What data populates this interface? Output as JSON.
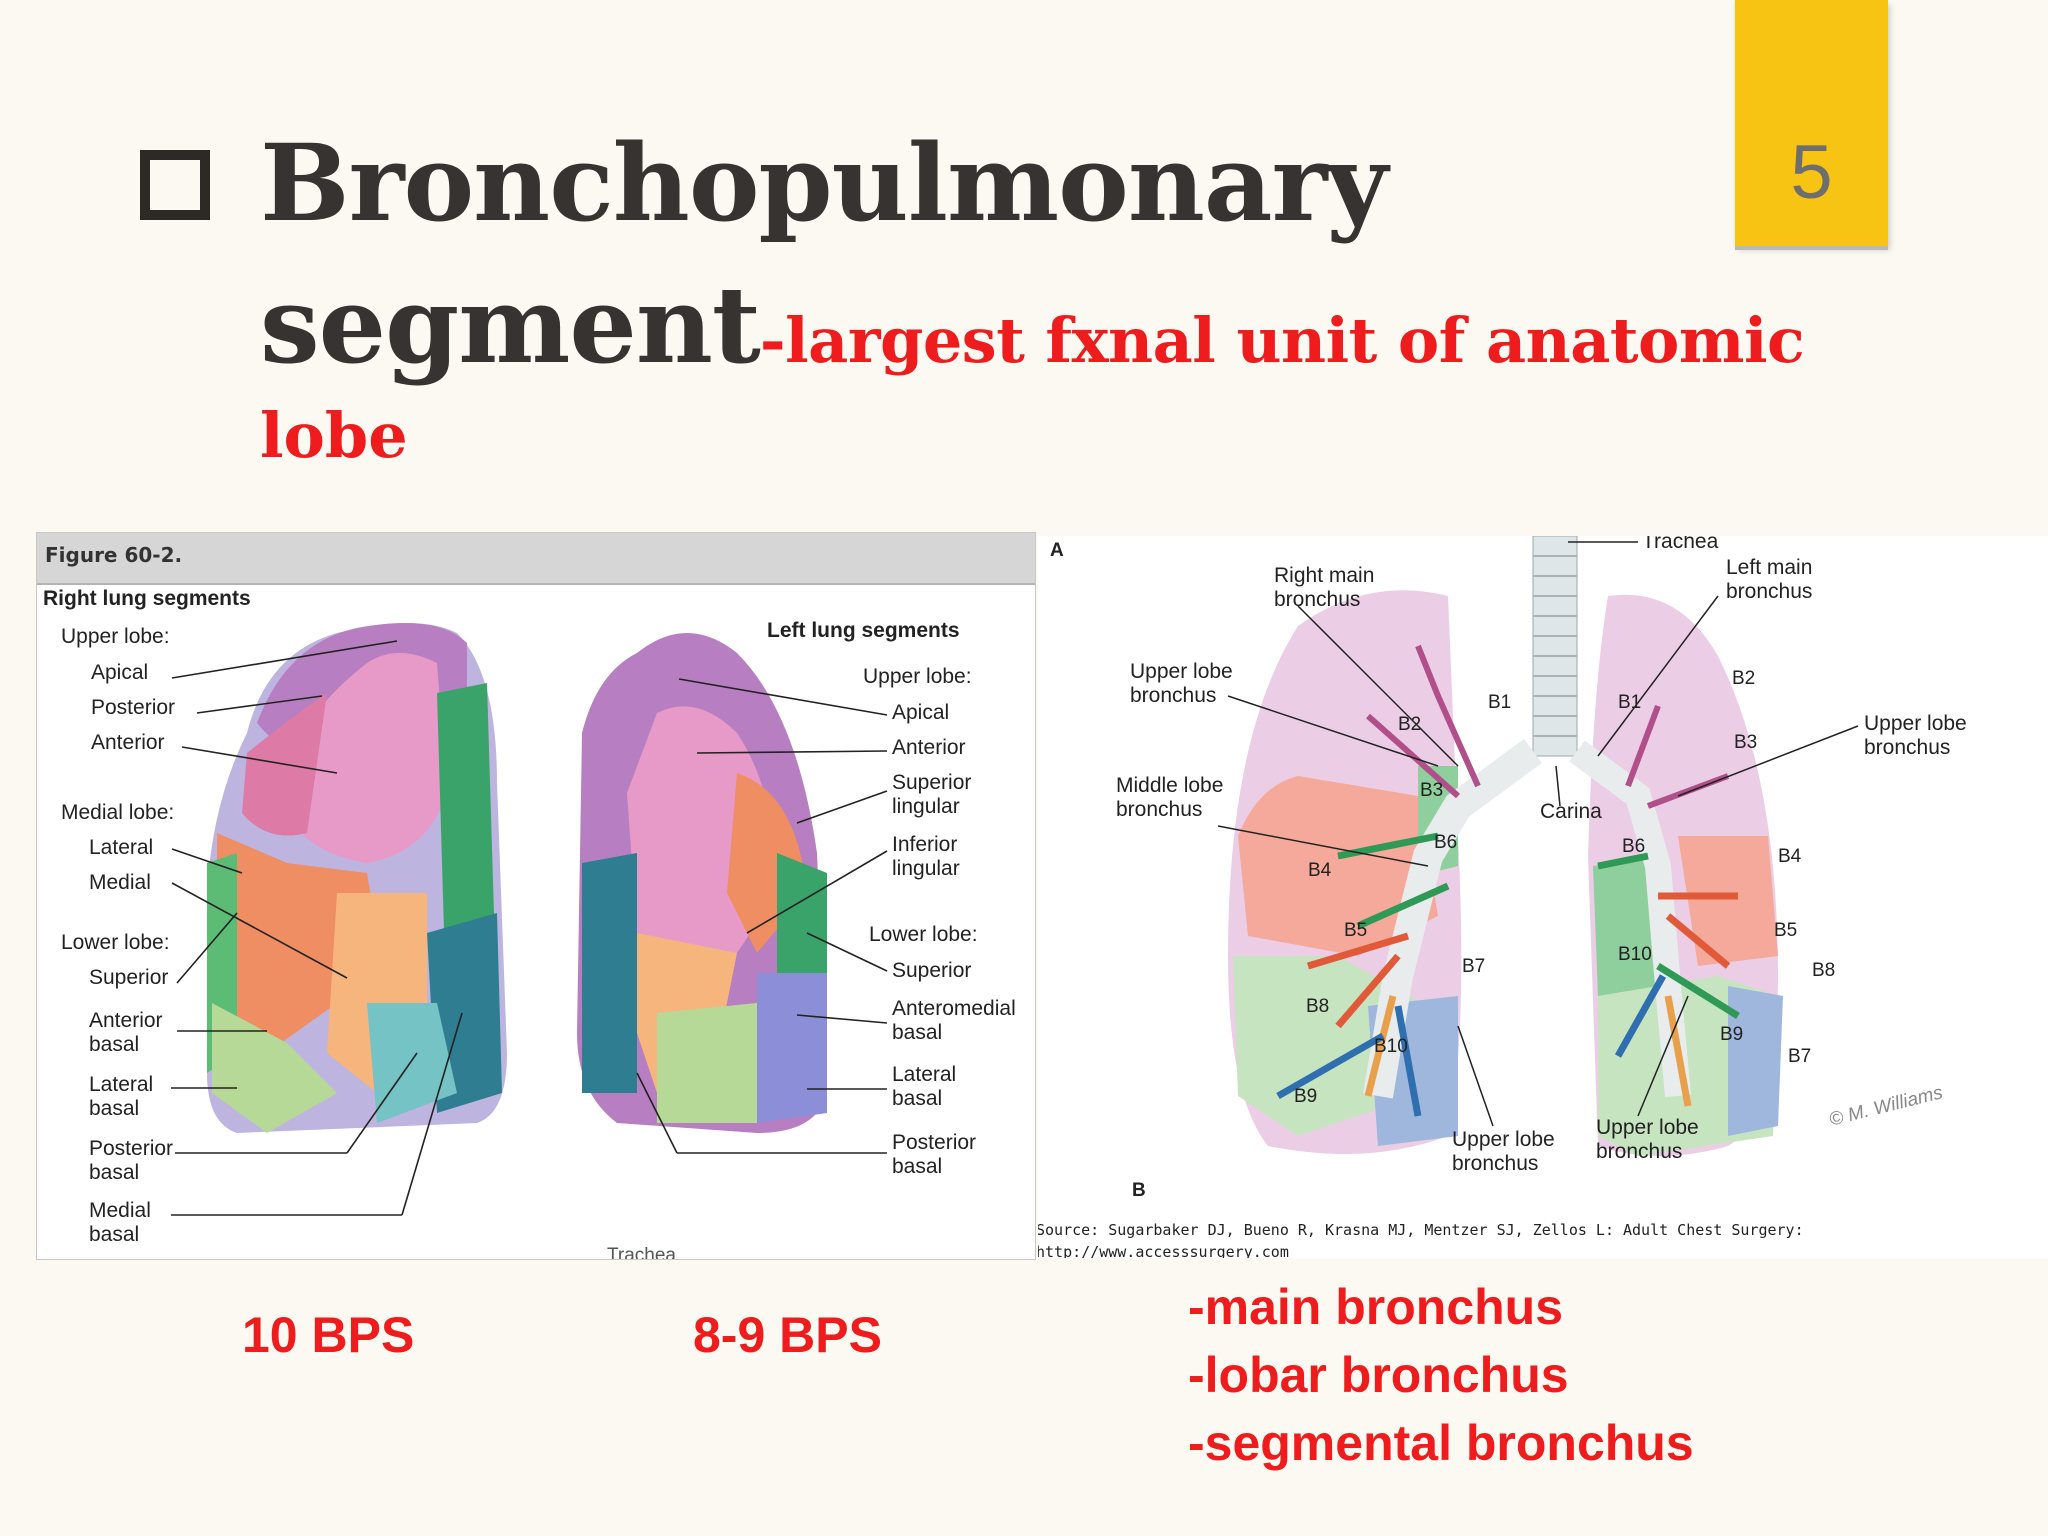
{
  "page_number": "5",
  "title": {
    "line1": "Bronchopulmonary",
    "line2_main": "segment",
    "line2_sub": "-largest fxnal unit of anatomic",
    "line3": "lobe"
  },
  "figure_left": {
    "header": "Figure 60-2.",
    "right_title": "Right lung segments",
    "right_upper_lobe": "Upper lobe:",
    "right_apical": "Apical",
    "right_posterior": "Posterior",
    "right_anterior": "Anterior",
    "right_medial_lobe": "Medial lobe:",
    "right_lateral": "Lateral",
    "right_medial": "Medial",
    "right_lower_lobe": "Lower lobe:",
    "right_superior": "Superior",
    "right_anterior_basal": "Anterior\nbasal",
    "right_lateral_basal": "Lateral\nbasal",
    "right_posterior_basal": "Posterior\nbasal",
    "right_medial_basal": "Medial\nbasal",
    "left_title": "Left lung segments",
    "left_upper_lobe": "Upper lobe:",
    "left_apical": "Apical",
    "left_anterior": "Anterior",
    "left_superior_lingular": "Superior\nlingular",
    "left_inferior_lingular": "Inferior\nlingular",
    "left_lower_lobe": "Lower lobe:",
    "left_superior": "Superior",
    "left_anteromedial_basal": "Anteromedial\nbasal",
    "left_lateral_basal": "Lateral\nbasal",
    "left_posterior_basal": "Posterior\nbasal",
    "cut_text": "Trachea"
  },
  "figure_right": {
    "panel_a": "A",
    "panel_b": "B",
    "trachea": "Trachea",
    "right_main_bronchus": "Right main\nbronchus",
    "left_main_bronchus": "Left main\nbronchus",
    "upper_lobe_bronchus_r": "Upper lobe\nbronchus",
    "upper_lobe_bronchus_l": "Upper lobe\nbronchus",
    "middle_lobe_bronchus": "Middle lobe\nbronchus",
    "carina": "Carina",
    "lower_upper_lobe_bronchus_1": "Upper lobe\nbronchus",
    "lower_upper_lobe_bronchus_2": "Upper lobe\nbronchus",
    "segments_right": [
      "B1",
      "B2",
      "B3",
      "B4",
      "B5",
      "B6",
      "B7",
      "B8",
      "B9",
      "B10"
    ],
    "segments_left": [
      "B1",
      "B2",
      "B3",
      "B4",
      "B5",
      "B6",
      "B7",
      "B8",
      "B9",
      "B10"
    ],
    "signature": "© M. Williams",
    "source_line1": "Source: Sugarbaker DJ, Bueno R, Krasna MJ, Mentzer SJ, Zellos L: Adult Chest Surgery:",
    "source_line2": "http://www.accesssurgery.com"
  },
  "captions": {
    "right_count": "10 BPS",
    "left_count": "8-9 BPS",
    "levels": [
      "-main bronchus",
      "-lobar bronchus",
      "-segmental bronchus"
    ]
  },
  "colors": {
    "background": "#fcf9f3",
    "tab": "#f7c414",
    "title": "#363330",
    "accent_red": "#ee1c1c"
  }
}
